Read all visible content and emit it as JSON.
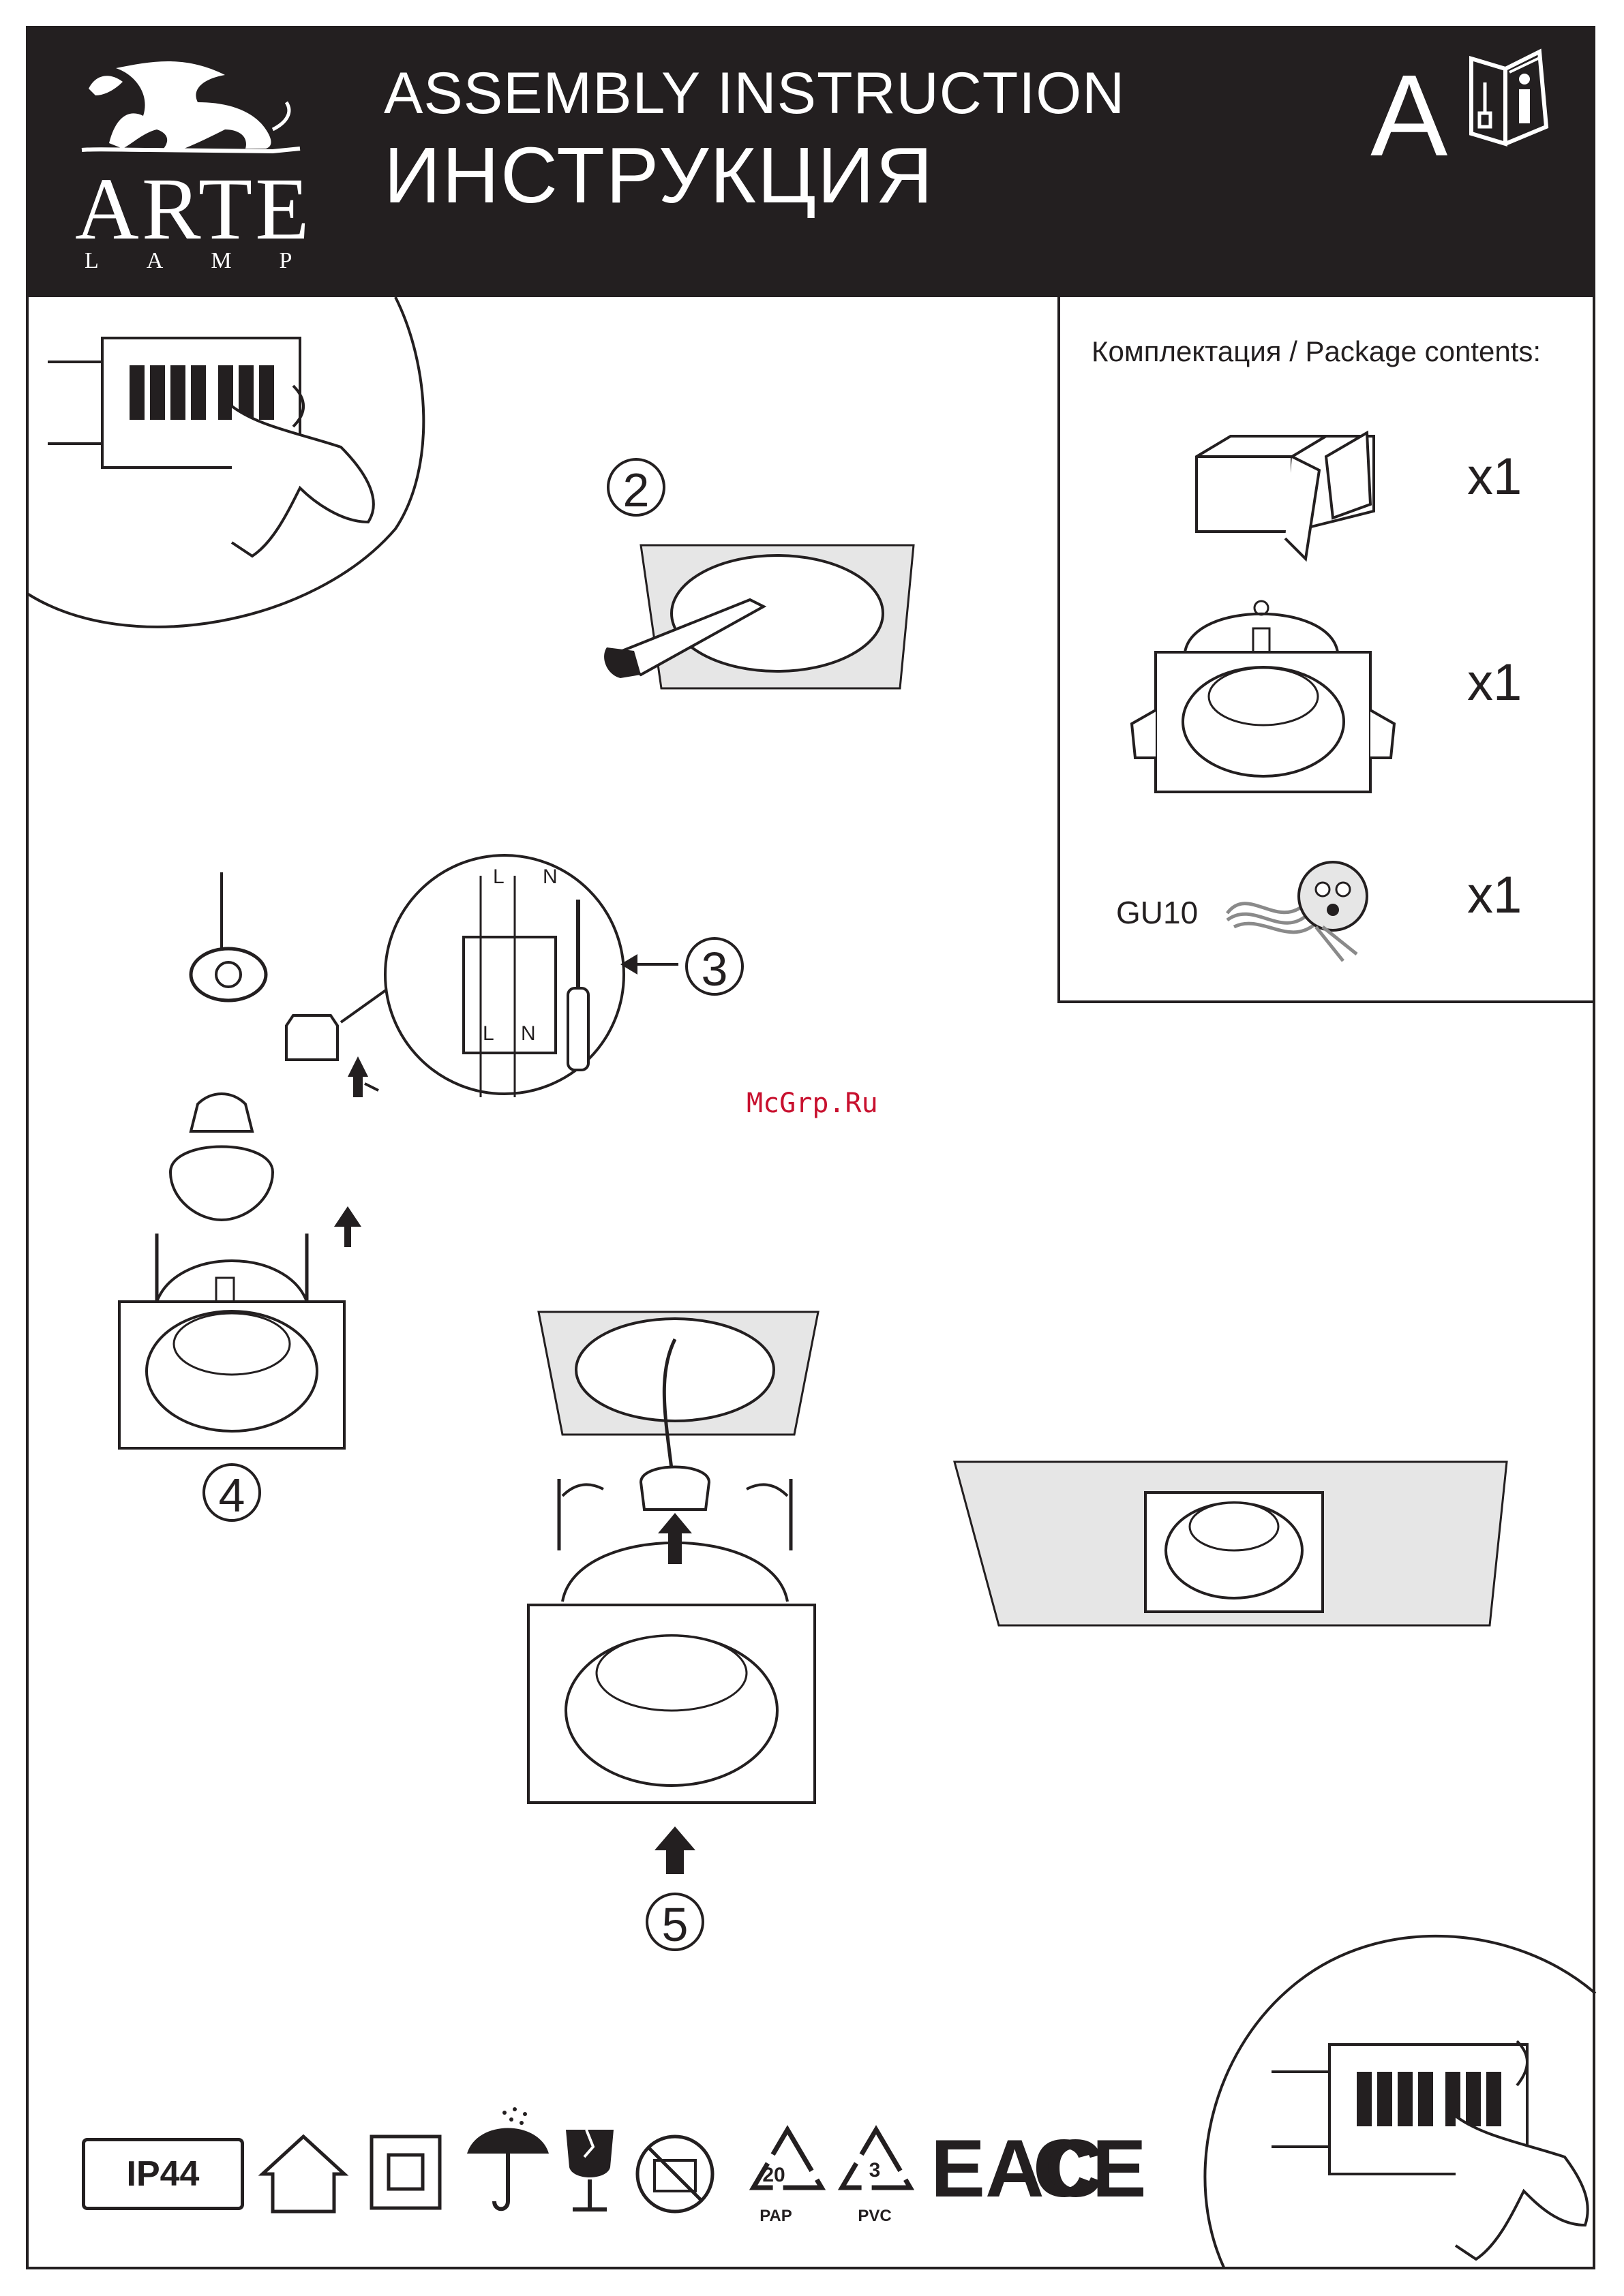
{
  "header": {
    "title_en": "ASSEMBLY INSTRUCTION",
    "title_ru": "ИНСТРУКЦИЯ",
    "brand": "ARTE",
    "brand_sub": "LAMP",
    "variant_letter": "A",
    "background_color": "#231f20"
  },
  "package": {
    "title": "Комплектация / Package contents:",
    "items": [
      {
        "icon": "package-box-icon",
        "qty": "x1"
      },
      {
        "icon": "downlight-fixture-icon",
        "qty": "x1"
      },
      {
        "icon": "gu10-socket-icon",
        "label": "GU10",
        "qty": "x1"
      }
    ]
  },
  "steps": {
    "cut": "2",
    "wire": "3",
    "lamp": "4",
    "mount": "5"
  },
  "wiring": {
    "top_l": "L",
    "top_n": "N",
    "bottom_l": "L",
    "bottom_n": "N"
  },
  "watermark": "McGrp.Ru",
  "footer": {
    "ip_rating": "IP44",
    "recycle_pap_num": "20",
    "recycle_pap": "PAP",
    "recycle_pvc_num": "3",
    "recycle_pvc": "PVC",
    "mark_eac": "EAC",
    "mark_ce": "CE"
  }
}
